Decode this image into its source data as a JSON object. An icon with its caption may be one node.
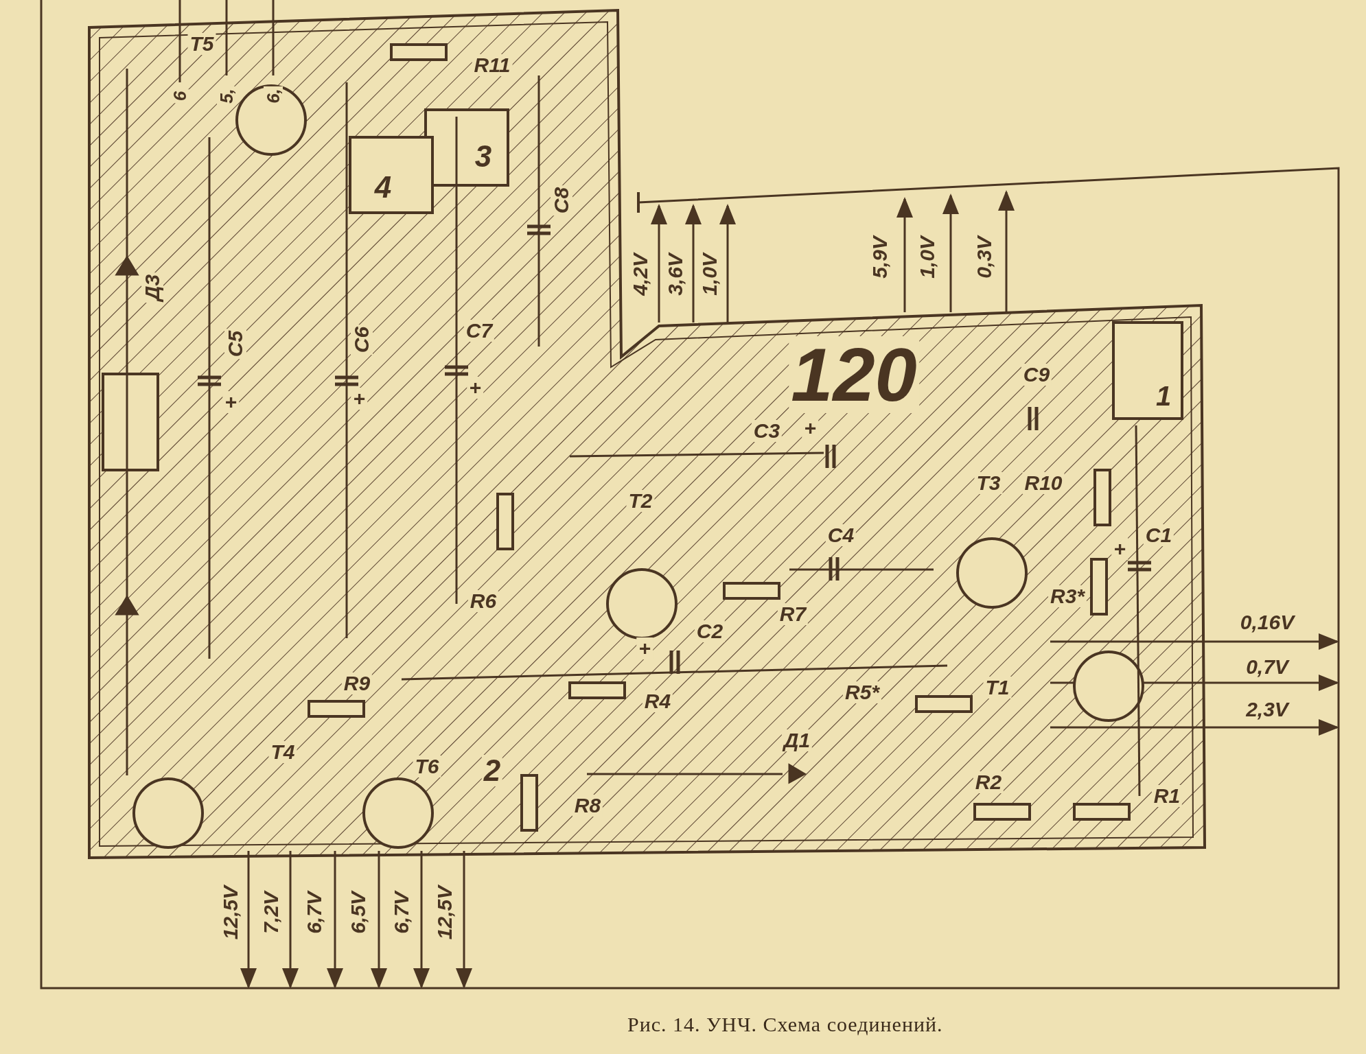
{
  "diagram": {
    "caption": "Рис. 14. УНЧ. Схема соединений.",
    "labels": [
      "6",
      "5,",
      "6,",
      "T5",
      "R11",
      "3",
      "4",
      "C8",
      "Д3",
      "C5",
      "C6",
      "C7",
      "4,2V",
      "3,6V",
      "1,0V",
      "5,9V",
      "1,0V",
      "0,3V",
      "120",
      "C9",
      "1",
      "+",
      "+",
      "+",
      "+",
      "C3",
      "T3",
      "R10",
      "T2",
      "C4",
      "+",
      "C1",
      "R6",
      "R7",
      "R3*",
      "C2",
      "+",
      "0,16V",
      "0,7V",
      "2,3V",
      "R9",
      "R4",
      "R5*",
      "T1",
      "Д1",
      "T4",
      "T6",
      "2",
      "R2",
      "R8",
      "R1",
      "12,5V",
      "7,2V",
      "6,7V",
      "6,5V",
      "6,7V",
      "12,5V"
    ]
  }
}
